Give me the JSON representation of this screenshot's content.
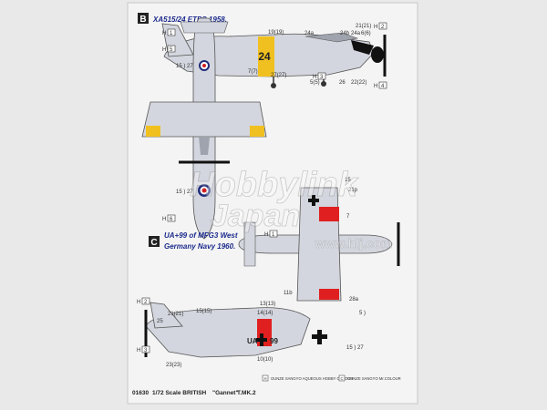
{
  "sheet": {
    "footer": {
      "code": "01630",
      "scale": "1/72 Scale BRITISH",
      "model": "\"Gannet\"",
      "mark": "T.MK.2"
    },
    "colour_legend": [
      {
        "code": "H",
        "text": "GUNZE SANGYO AQUEOUS HOBBY COLOUR"
      },
      {
        "code": "C",
        "text": "GUNZE SANGYO Mr.COLOUR"
      }
    ],
    "watermark": [
      "Hobbylink",
      "Japan",
      "www.hlj.com"
    ]
  },
  "scheme_b": {
    "badge": "B",
    "title": "XA515/24 ETPS 1958.",
    "fuselage_code": "24",
    "callouts": [
      {
        "id": "19_19",
        "text": "19(19)"
      },
      {
        "id": "24a",
        "text": "24a"
      },
      {
        "id": "21_21",
        "text": "21(21)"
      },
      {
        "id": "24b",
        "text": "24b"
      },
      {
        "id": "24a2",
        "text": "24a"
      },
      {
        "id": "6_6",
        "text": "6(6)"
      },
      {
        "id": "27_27",
        "text": "27(27)"
      },
      {
        "id": "7_7",
        "text": "7(7)"
      },
      {
        "id": "5_5",
        "text": "5(5)"
      },
      {
        "id": "26",
        "text": "26"
      },
      {
        "id": "22_22",
        "text": "22(22)"
      },
      {
        "id": "15_27_a",
        "text": "15 ) 27"
      },
      {
        "id": "15_27_b",
        "text": "15 ) 27"
      }
    ],
    "colour_chips": [
      {
        "code": "H",
        "num": "1"
      },
      {
        "code": "H",
        "num": "2"
      },
      {
        "code": "H",
        "num": "3"
      },
      {
        "code": "H",
        "num": "4"
      },
      {
        "code": "H",
        "num": "5"
      },
      {
        "code": "H",
        "num": "6"
      }
    ]
  },
  "scheme_c": {
    "badge": "C",
    "title_line1": "UA+99 of MFG3 West",
    "title_line2": "Germany Navy 1960.",
    "fuselage_code": "UA",
    "fuselage_num": "99",
    "callouts": [
      {
        "id": "13_13",
        "text": "13(13)"
      },
      {
        "id": "11b",
        "text": "11b"
      },
      {
        "id": "14_14",
        "text": "14(14)"
      },
      {
        "id": "21_21",
        "text": "21(21)"
      },
      {
        "id": "15_15",
        "text": "15(15)"
      },
      {
        "id": "25",
        "text": "25"
      },
      {
        "id": "23_23",
        "text": "23(23)"
      },
      {
        "id": "10_10",
        "text": "10(10)"
      },
      {
        "id": "28a",
        "text": "28a"
      },
      {
        "id": "8_5",
        "text": "5 )"
      },
      {
        "id": "15_27",
        "text": "15 ) 27"
      },
      {
        "id": "15_a",
        "text": "15"
      },
      {
        "id": "7",
        "text": "7"
      },
      {
        "id": "21p",
        "text": "21p"
      }
    ],
    "colour_chips": [
      {
        "code": "H",
        "num": "1"
      },
      {
        "code": "H",
        "num": "2"
      },
      {
        "code": "H",
        "num": "3"
      }
    ]
  },
  "colors": {
    "paper": "#f4f4f4",
    "background": "#e9e9e9",
    "aircraft": "#d3d6de",
    "aircraft_dark": "#9ea3ad",
    "yellow_band": "#f0c020",
    "red_panel": "#e02020",
    "title_blue": "#1c2b8c",
    "roundel_blue": "#1f2c7a",
    "roundel_red": "#d02020"
  }
}
